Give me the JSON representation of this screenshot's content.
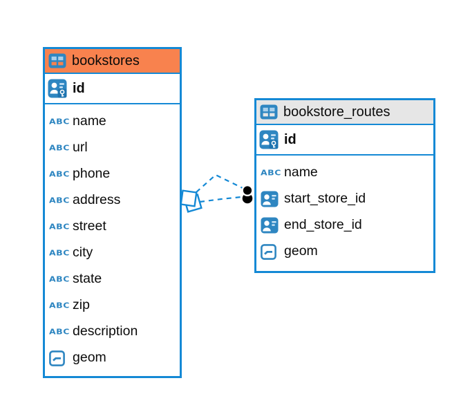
{
  "diagram": {
    "tables": [
      {
        "name": "bookstores",
        "header_color": "#F8824E",
        "primary_key": {
          "name": "id"
        },
        "columns": [
          {
            "name": "name",
            "type": "text"
          },
          {
            "name": "url",
            "type": "text"
          },
          {
            "name": "phone",
            "type": "text"
          },
          {
            "name": "address",
            "type": "text"
          },
          {
            "name": "street",
            "type": "text"
          },
          {
            "name": "city",
            "type": "text"
          },
          {
            "name": "state",
            "type": "text"
          },
          {
            "name": "zip",
            "type": "text"
          },
          {
            "name": "description",
            "type": "text"
          },
          {
            "name": "geom",
            "type": "geometry"
          }
        ]
      },
      {
        "name": "bookstore_routes",
        "header_color": "#E6E6E6",
        "primary_key": {
          "name": "id"
        },
        "columns": [
          {
            "name": "name",
            "type": "text"
          },
          {
            "name": "start_store_id",
            "type": "reference"
          },
          {
            "name": "end_store_id",
            "type": "reference"
          },
          {
            "name": "geom",
            "type": "geometry"
          }
        ]
      }
    ],
    "connections": {
      "from_table": "bookstores",
      "to_table": "bookstore_routes",
      "line_style": "dashed",
      "line_count": 2
    },
    "colors": {
      "accent_blue": "#1489D5",
      "icon_blue": "#2E86C1",
      "bookstores_header": "#F8824E",
      "routes_header": "#E6E6E6",
      "endpoint_dot": "#000000"
    }
  },
  "icons": {
    "text_type_label": "ABC"
  }
}
